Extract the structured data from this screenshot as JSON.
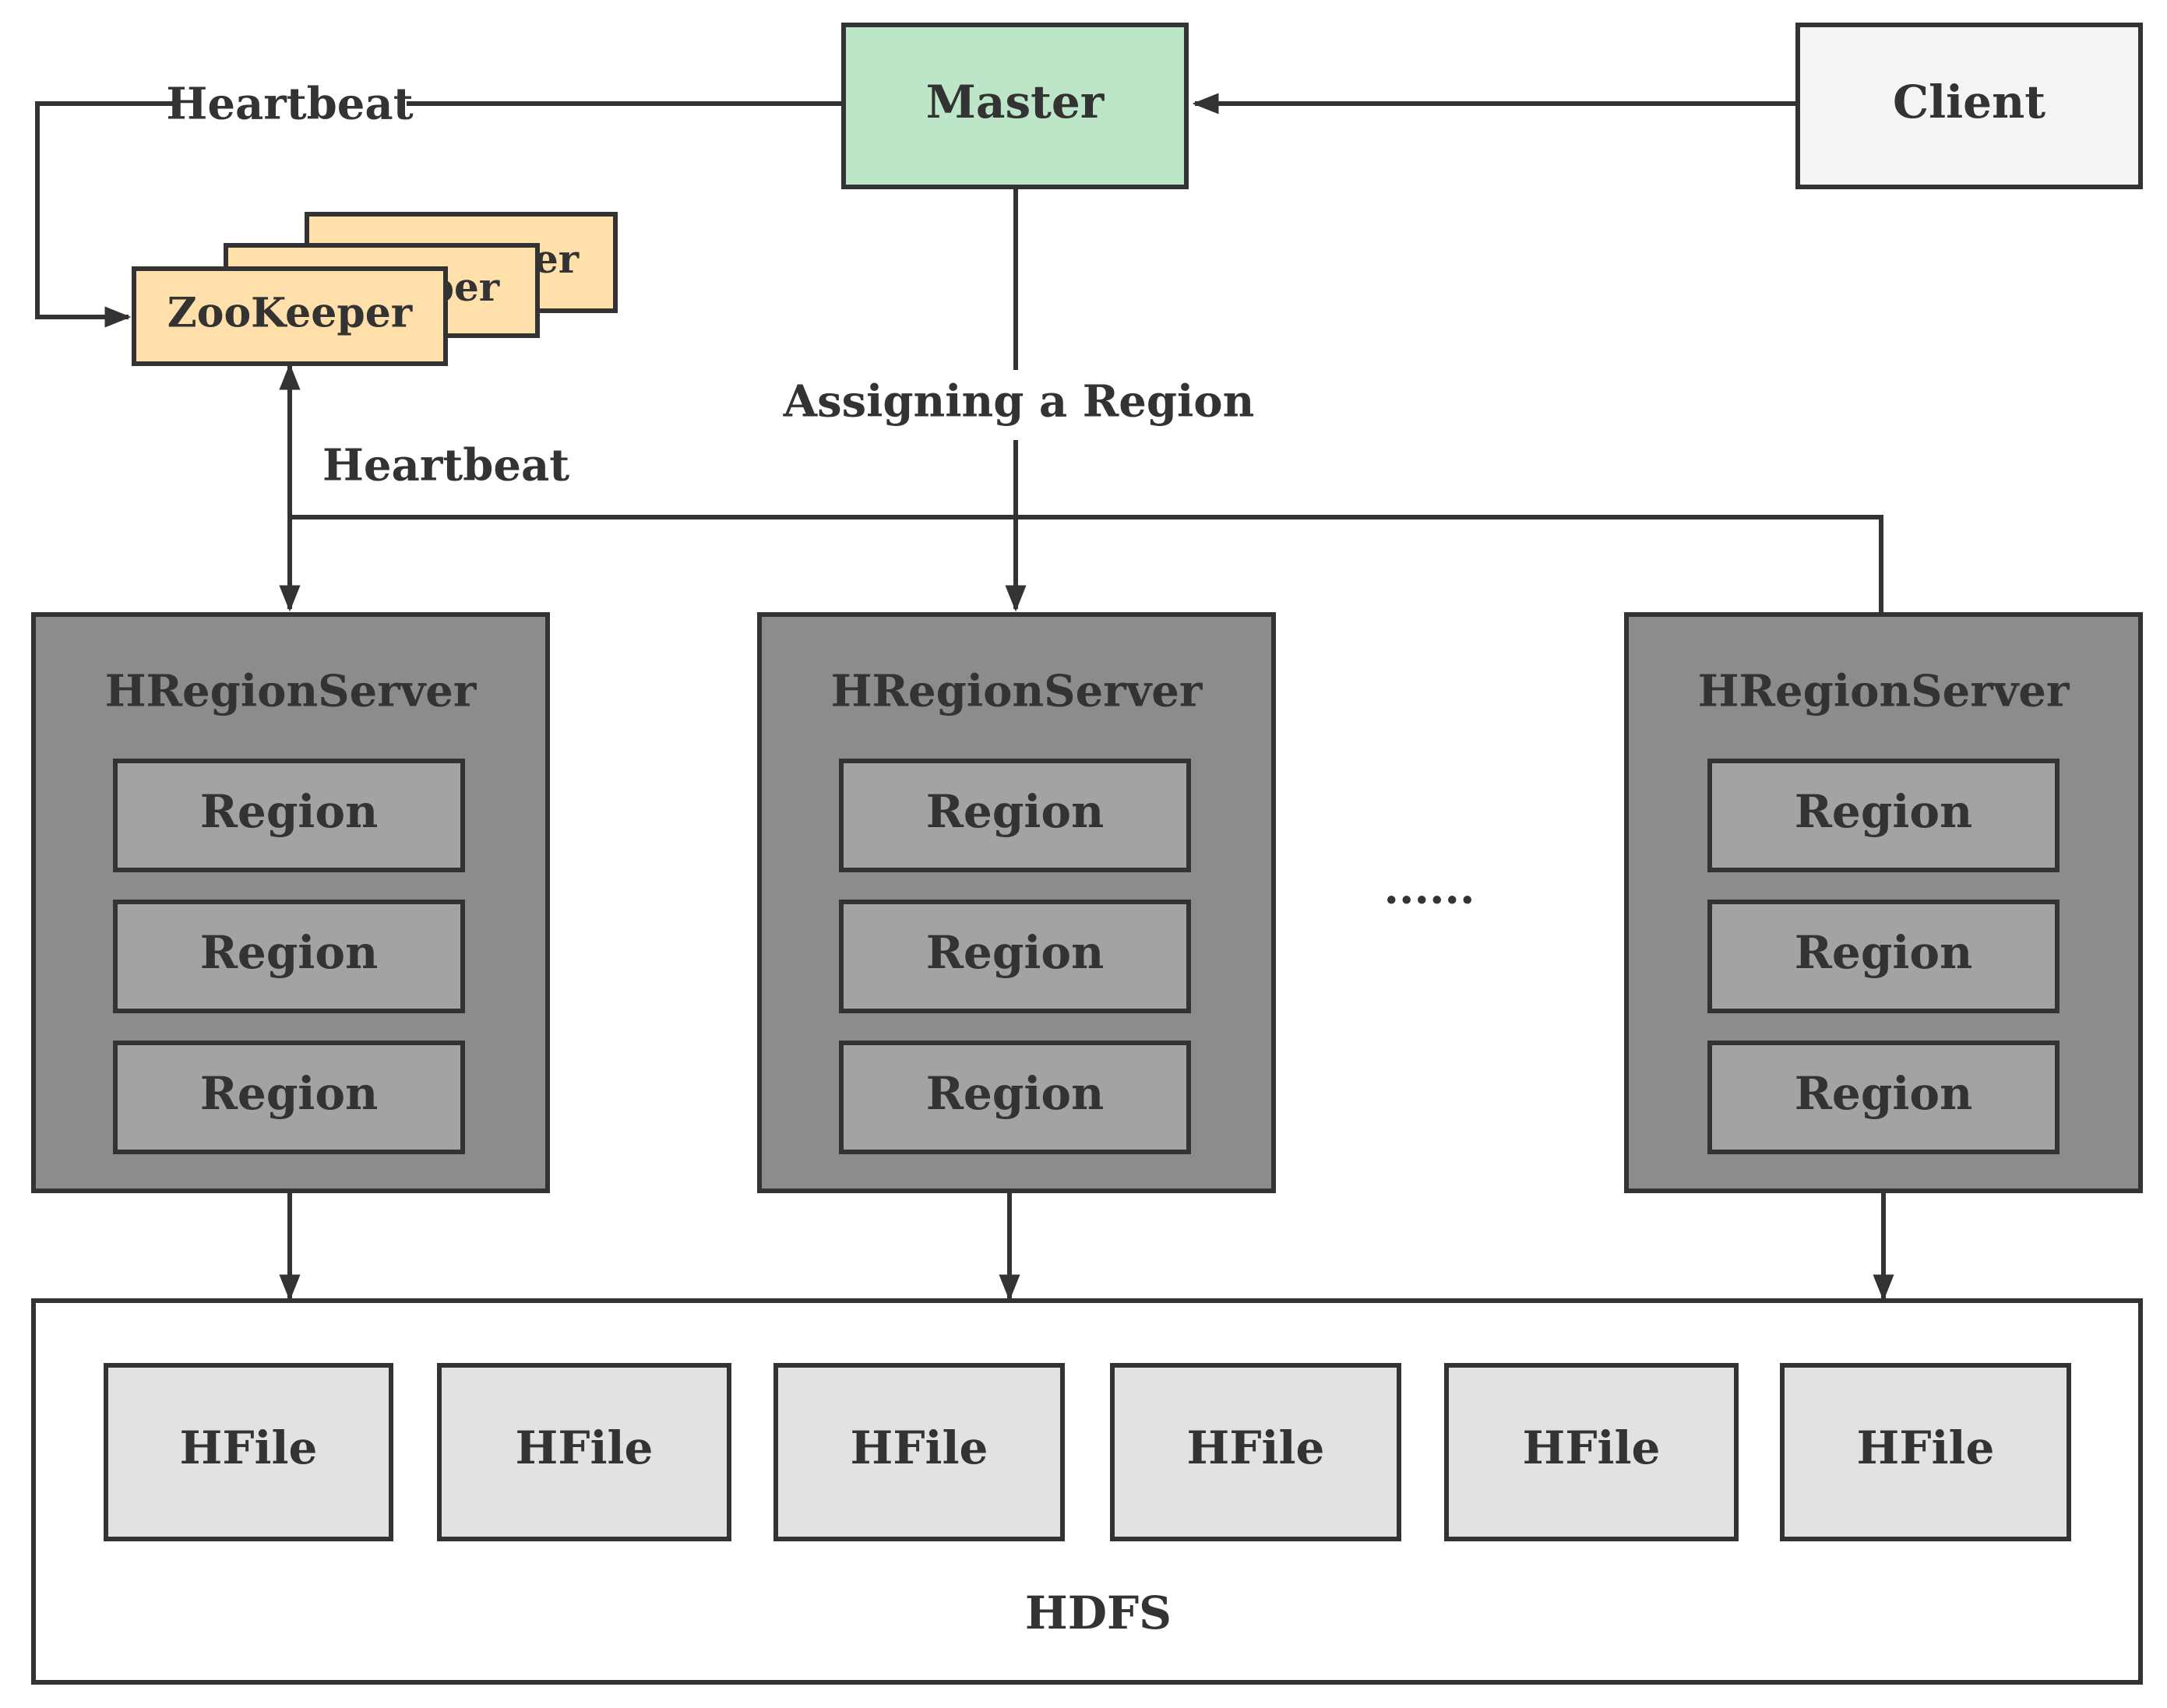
{
  "nodes": {
    "master": {
      "label": "Master"
    },
    "client": {
      "label": "Client"
    },
    "zookeeper_back": {
      "label": "ZooKeeper"
    },
    "zookeeper_mid": {
      "label": "ZooKeeper"
    },
    "zookeeper_front": {
      "label": "ZooKeeper"
    },
    "hdfs": {
      "label": "HDFS"
    }
  },
  "servers": [
    {
      "label": "HRegionServer",
      "regions": [
        "Region",
        "Region",
        "Region"
      ]
    },
    {
      "label": "HRegionServer",
      "regions": [
        "Region",
        "Region",
        "Region"
      ]
    },
    {
      "label": "HRegionServer",
      "regions": [
        "Region",
        "Region",
        "Region"
      ]
    }
  ],
  "ellipsis": "......",
  "hfiles": [
    "HFile",
    "HFile",
    "HFile",
    "HFile",
    "HFile",
    "HFile"
  ],
  "edge_labels": {
    "heartbeat_top": "Heartbeat",
    "heartbeat_bottom": "Heartbeat",
    "assigning": "Assigning a Region"
  },
  "colors": {
    "master_fill": "#bde6c8",
    "client_fill": "#f4f4f4",
    "zookeeper_fill": "#ffdfaa",
    "server_fill": "#8c8c8c",
    "region_fill": "#a3a3a3",
    "hfile_fill": "#e2e2e2",
    "hdfs_fill": "#ffffff",
    "stroke": "#333333"
  }
}
